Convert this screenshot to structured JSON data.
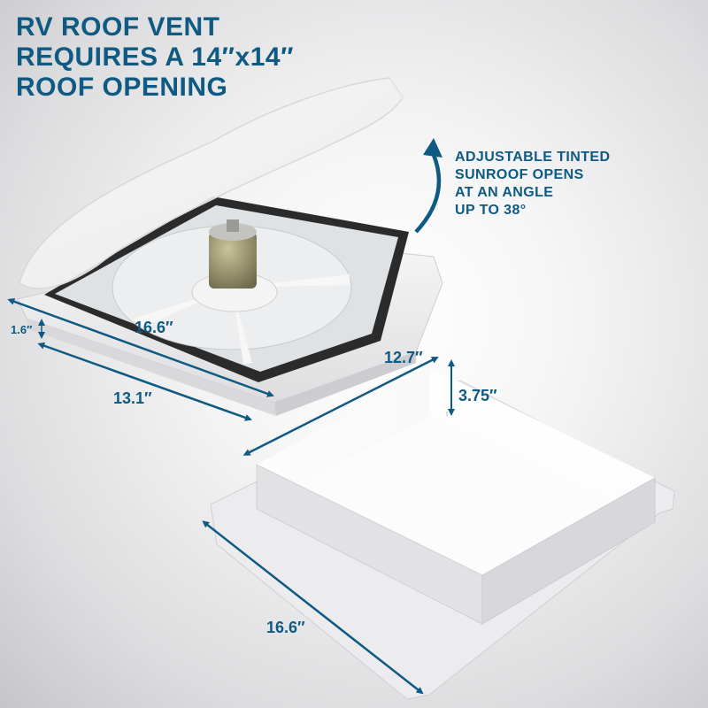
{
  "title": {
    "lines": [
      "RV ROOF VENT",
      "REQUIRES A 14″x14″",
      "ROOF OPENING"
    ]
  },
  "callout": {
    "lines": [
      "ADJUSTABLE TINTED",
      "SUNROOF OPENS",
      "AT AN ANGLE",
      "UP TO 38°"
    ],
    "icon": "curved-arrow-up-icon"
  },
  "dimensions": {
    "vent_height": "1.6″",
    "vent_length": "16.6″",
    "vent_width": "13.1″",
    "trim_width": "12.7″",
    "trim_height": "3.75″",
    "trim_flange_length": "16.6″"
  },
  "colors": {
    "accent": "#0e5a83",
    "background": "#e6e6e8",
    "product_white": "#f3f3f4",
    "gasket": "#2b2b2b"
  }
}
